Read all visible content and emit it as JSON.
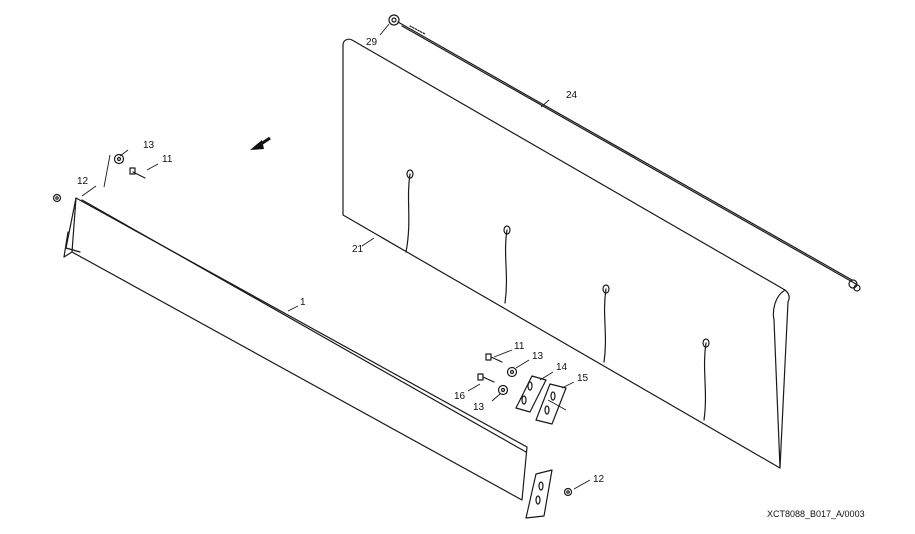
{
  "diagram": {
    "figure_id": "XCT8088_B017_A/0003",
    "direction_icon": "arrow-left-down-icon",
    "callouts": {
      "c29": "29",
      "c24": "24",
      "c13a": "13",
      "c11a": "11",
      "c12a": "12",
      "c21": "21",
      "c1": "1",
      "c11b": "11",
      "c13b": "13",
      "c14": "14",
      "c15": "15",
      "c16": "16",
      "c13c": "13",
      "c12b": "12"
    }
  }
}
